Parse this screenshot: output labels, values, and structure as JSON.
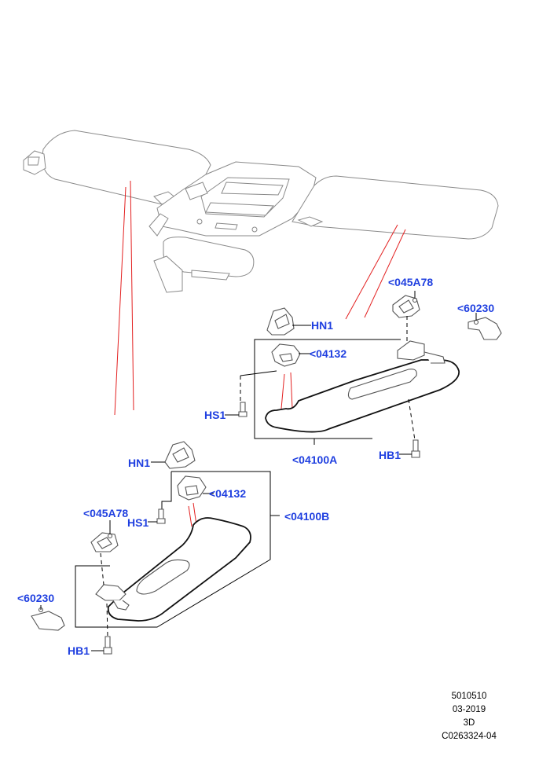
{
  "callouts": {
    "hn1_right": "HN1",
    "c04132_right": "<04132",
    "c045a78_right": "<045A78",
    "c60230_right": "<60230",
    "hs1_right": "HS1",
    "hb1_right": "HB1",
    "c04100a": "<04100A",
    "hn1_left": "HN1",
    "c04132_left": "<04132",
    "c04100b": "<04100B",
    "c045a78_left": "<045A78",
    "hs1_left": "HS1",
    "c60230_left": "<60230",
    "hb1_left": "HB1"
  },
  "footer": {
    "code": "5010510",
    "date": "03-2019",
    "view": "3D",
    "ref": "C0263324-04"
  },
  "colors": {
    "callout": "#1f3fe0",
    "leader_red": "#e32020",
    "outline": "#555555"
  }
}
